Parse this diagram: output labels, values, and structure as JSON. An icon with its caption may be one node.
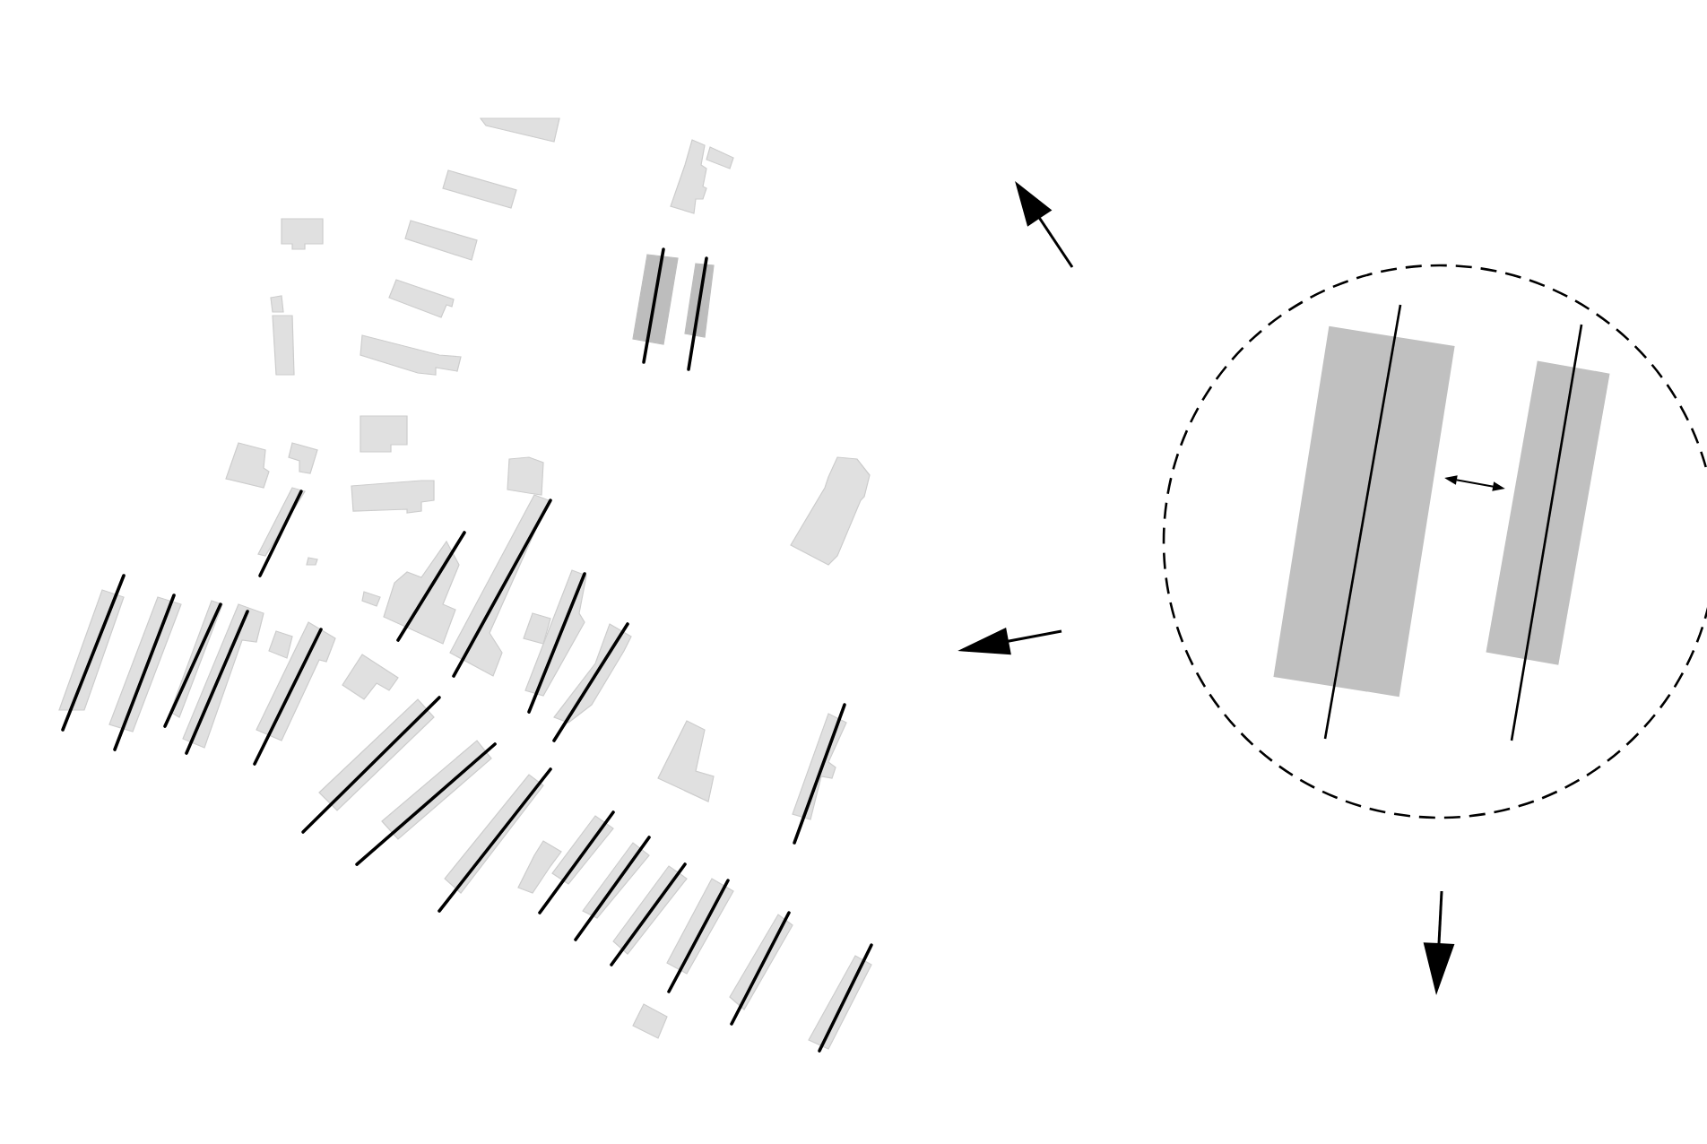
{
  "diagram": {
    "nodes": [
      {
        "text": [],
        "shape": "circle"
      },
      {
        "text": [],
        "shape": "box",
        "in": 0
      },
      {
        "text": [],
        "shape": "box",
        "in": 0
      }
    ]
  }
}
